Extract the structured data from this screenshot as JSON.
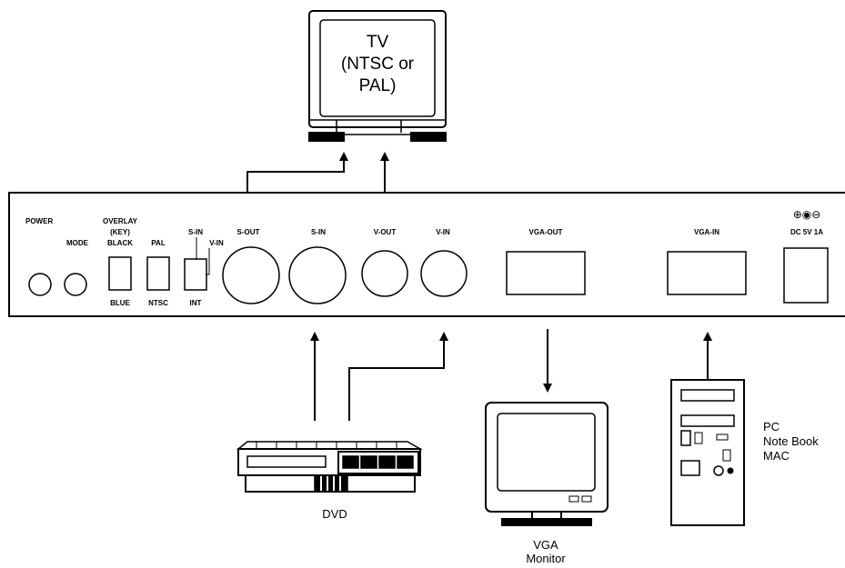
{
  "tv": {
    "line1": "TV",
    "line2": "(NTSC or",
    "line3": "PAL)"
  },
  "panel": {
    "power": "POWER",
    "mode": "MODE",
    "overlay_line1": "OVERLAY",
    "overlay_line2": "(KEY)",
    "overlay_line3": "BLACK",
    "overlay_bottom": "BLUE",
    "pal": "PAL",
    "ntsc": "NTSC",
    "switch_sin": "S-IN",
    "switch_vin": "V-IN",
    "int": "INT",
    "s_out": "S-OUT",
    "s_in": "S-IN",
    "v_out": "V-OUT",
    "v_in": "V-IN",
    "vga_out": "VGA-OUT",
    "vga_in": "VGA-IN",
    "dc_polarity": "⊕◉⊖",
    "dc_label": "DC 5V 1A"
  },
  "devices": {
    "dvd": "DVD",
    "vga_monitor_line1": "VGA",
    "vga_monitor_line2": "Monitor",
    "pc_line1": "PC",
    "pc_line2": "Note Book",
    "pc_line3": "MAC"
  }
}
